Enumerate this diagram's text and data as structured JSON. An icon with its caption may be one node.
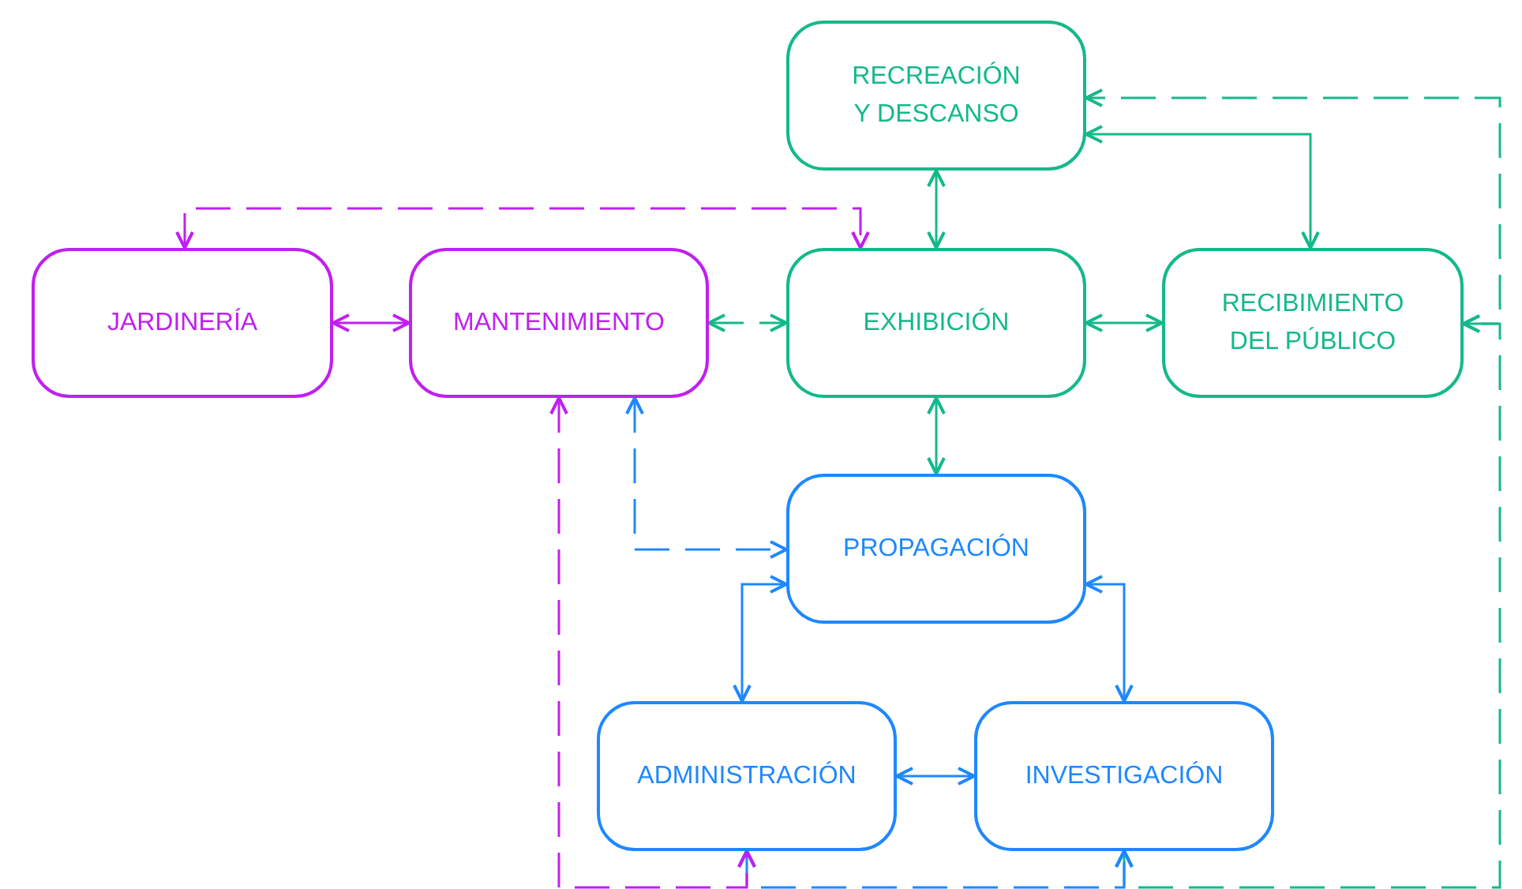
{
  "diagram": {
    "nodes": [
      {
        "text": [
          "RECREACIÓN Y DESCANSO"
        ]
      },
      {
        "text": [
          "JARDINERÍA"
        ]
      },
      {
        "text": [
          "MANTENIMIENTO"
        ]
      },
      {
        "text": [
          "EXHIBICIÓN"
        ]
      },
      {
        "text": [
          "RECIBIMIENTO DEL PÚBLICO"
        ]
      },
      {
        "text": [
          "PROPAGACIÓN"
        ]
      },
      {
        "text": [
          "ADMINISTRACIÓN"
        ]
      },
      {
        "text": [
          "INVESTIGACIÓN"
        ]
      }
    ],
    "edges": [
      {
        "from": 1,
        "to": 2,
        "arrow": "both",
        "color": "#c020f0"
      },
      {
        "from": 2,
        "to": 3,
        "arrow": "both",
        "style": "dashed",
        "color": "#14b98a"
      },
      {
        "from": 3,
        "to": 4,
        "arrow": "both",
        "color": "#14b98a"
      },
      {
        "from": 0,
        "to": 3,
        "arrow": "both",
        "color": "#14b98a"
      },
      {
        "from": 0,
        "to": 4,
        "arrow": "both",
        "color": "#14b98a"
      },
      {
        "from": 1,
        "to": 3,
        "arrow": "both",
        "style": "dashed",
        "color": "#c020f0"
      },
      {
        "from": 3,
        "to": 5,
        "arrow": "both",
        "color": "#14b98a"
      },
      {
        "from": 2,
        "to": 5,
        "arrow": "both",
        "style": "dashed",
        "color": "#1e88ff"
      },
      {
        "from": 5,
        "to": 6,
        "arrow": "both",
        "color": "#1e88ff"
      },
      {
        "from": 5,
        "to": 7,
        "arrow": "both",
        "color": "#1e88ff"
      },
      {
        "from": 6,
        "to": 7,
        "arrow": "both",
        "color": "#1e88ff"
      },
      {
        "from": 2,
        "to": 6,
        "arrow": "both",
        "style": "dashed",
        "color": "#c020f0"
      },
      {
        "from": 6,
        "to": 7,
        "arrow": "both",
        "style": "dashed",
        "color": "#1e88ff"
      },
      {
        "from": 7,
        "to": 4,
        "arrow": "both",
        "style": "dashed",
        "color": "#14b98a"
      },
      {
        "from": 4,
        "to": 0,
        "arrow": "both",
        "style": "dashed",
        "color": "#14b98a"
      }
    ]
  }
}
